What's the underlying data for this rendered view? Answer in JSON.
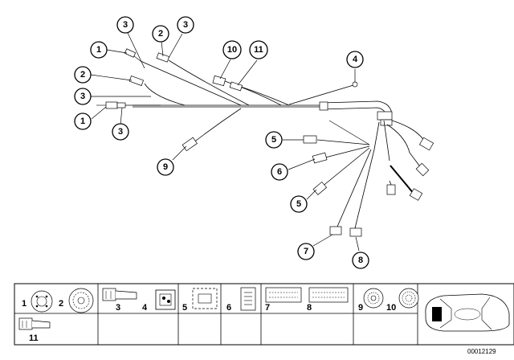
{
  "callouts": {
    "c1a": "1",
    "c3a": "3",
    "c2a": "2",
    "c3b": "3",
    "c10": "10",
    "c11": "11",
    "c4": "4",
    "c2b": "2",
    "c3c": "3",
    "c1b": "1",
    "c3d": "3",
    "c5a": "5",
    "c6": "6",
    "c9": "9",
    "c5b": "5",
    "c7": "7",
    "c8": "8"
  },
  "legend": {
    "n1": "1",
    "n2": "2",
    "n3": "3",
    "n4": "4",
    "n5": "5",
    "n6": "6",
    "n7": "7",
    "n8": "8",
    "n9": "9",
    "n10": "10",
    "n11": "11"
  },
  "reference": "00012129"
}
